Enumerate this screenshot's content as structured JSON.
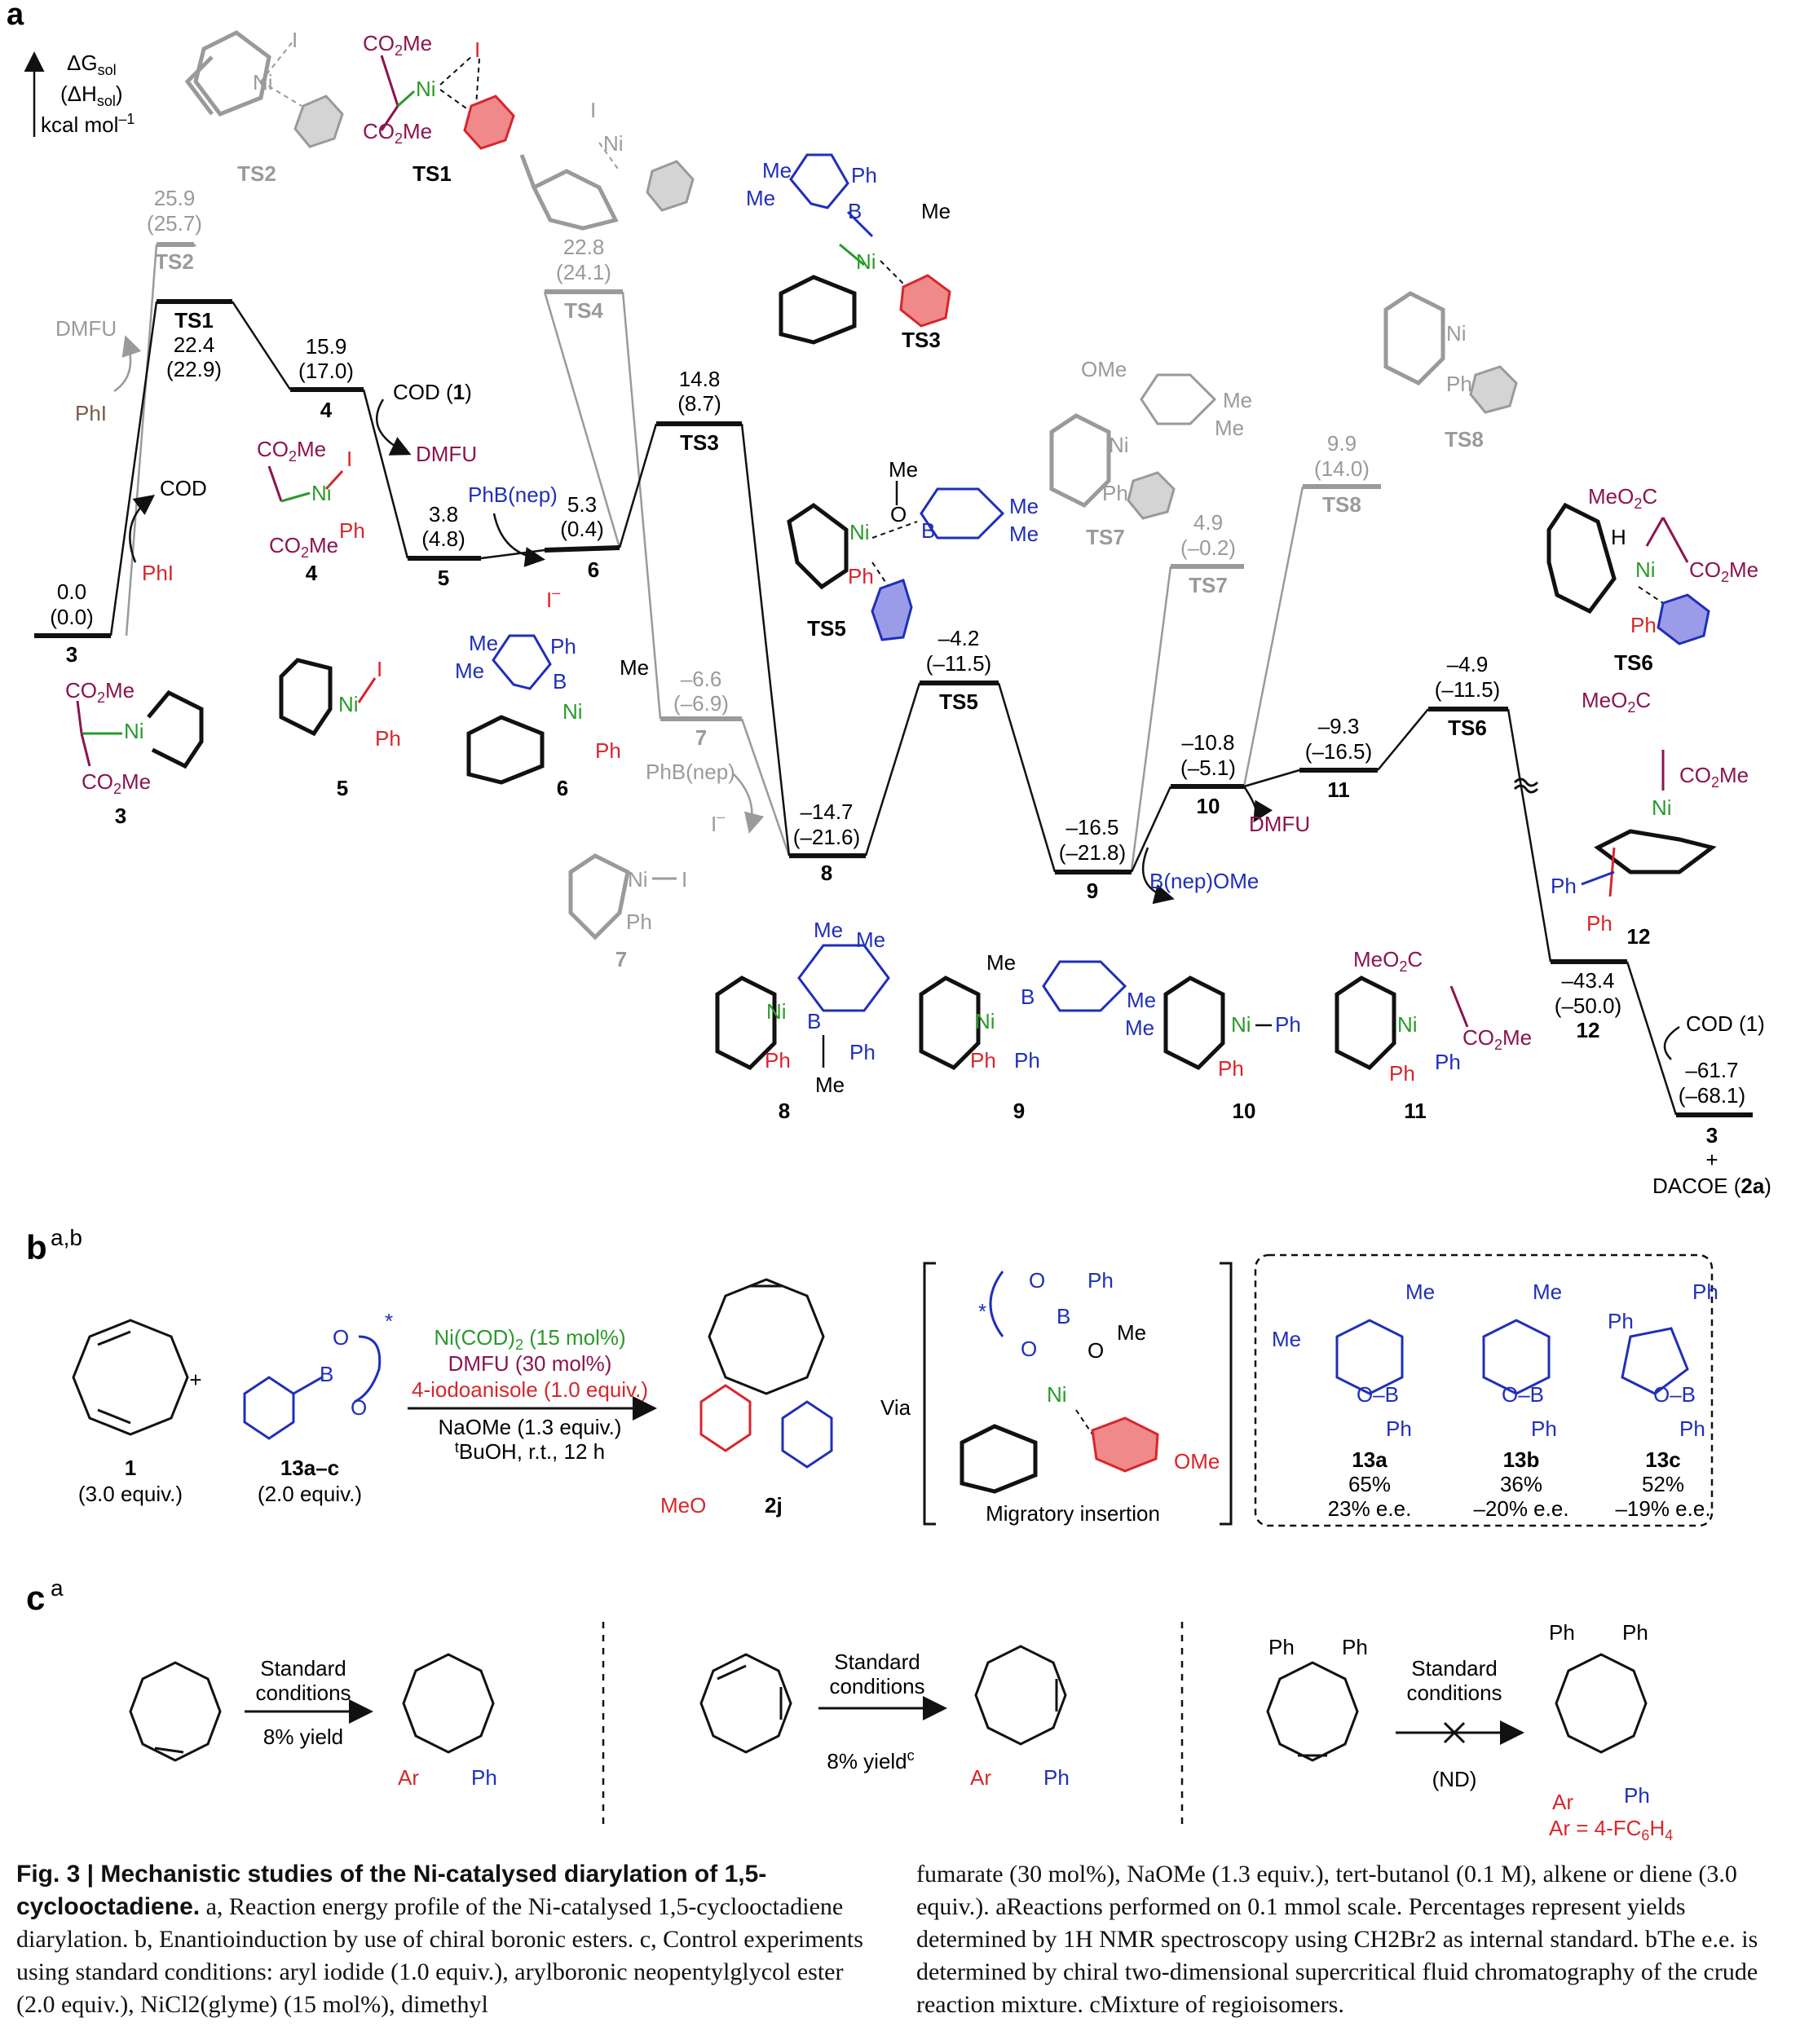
{
  "panels": {
    "a": "a",
    "b": "b",
    "b_sup": "a,b",
    "c": "c",
    "c_sup": "a"
  },
  "axis": {
    "line1": "ΔG",
    "line1_sub": "sol",
    "line2": "(ΔH",
    "line2_sub": "sol",
    "line2_end": ")",
    "line3": "kcal mol",
    "line3_sup": "–1"
  },
  "colors": {
    "black": "#111111",
    "grey": "#9a9a9a",
    "red": "#d7262b",
    "blue": "#1f2fb8",
    "green": "#2a9a2a",
    "maroon": "#8b1450",
    "pink": "#f08a8a",
    "lavender": "#9a9ce8",
    "greyfill": "#d4d4d4"
  },
  "chart_data": {
    "type": "line",
    "ylabel": "ΔG_sol (ΔH_sol) kcal mol–1",
    "main_path": [
      {
        "label": "3",
        "g": "0.0",
        "h": "(0.0)"
      },
      {
        "label": "TS1",
        "g": "22.4",
        "h": "(22.9)"
      },
      {
        "label": "4",
        "g": "15.9",
        "h": "(17.0)"
      },
      {
        "label": "5",
        "g": "3.8",
        "h": "(4.8)"
      },
      {
        "label": "6",
        "g": "5.3",
        "h": "(0.4)"
      },
      {
        "label": "TS3",
        "g": "14.8",
        "h": "(8.7)"
      },
      {
        "label": "8",
        "g": "–14.7",
        "h": "(–21.6)"
      },
      {
        "label": "TS5",
        "g": "–4.2",
        "h": "(–11.5)"
      },
      {
        "label": "9",
        "g": "–16.5",
        "h": "(–21.8)"
      },
      {
        "label": "10",
        "g": "–10.8",
        "h": "(–5.1)"
      },
      {
        "label": "11",
        "g": "–9.3",
        "h": "(–16.5)"
      },
      {
        "label": "TS6",
        "g": "–4.9",
        "h": "(–11.5)"
      },
      {
        "label": "12",
        "g": "–43.4",
        "h": "(–50.0)"
      },
      {
        "label": "3",
        "g": "–61.7",
        "h": "(–68.1)"
      }
    ],
    "grey_path": [
      {
        "label": "TS2",
        "g": "25.9",
        "h": "(25.7)"
      },
      {
        "label": "TS4",
        "g": "22.8",
        "h": "(24.1)"
      },
      {
        "label": "7",
        "g": "–6.6",
        "h": "(–6.9)"
      },
      {
        "label": "TS7",
        "g": "4.9",
        "h": "(–0.2)"
      },
      {
        "label": "TS8",
        "g": "9.9",
        "h": "(14.0)"
      }
    ],
    "annotations": {
      "dmfu": "DMFU",
      "phi": "PhI",
      "cod": "COD",
      "cod1": "COD (",
      "cod1_num": "1",
      "cod1_end": ")",
      "cod_final": "COD (1)",
      "phbnep": "PhB(nep)",
      "iminus": "I",
      "bnepome": "B(nep)OMe",
      "plus": "+",
      "dacoe": "DACOE (",
      "dacoe_num": "2a",
      "dacoe_end": ")"
    }
  },
  "structures": {
    "co2me": "CO",
    "co2me_end": "Me",
    "meo2c": "MeO",
    "meo2c_end": "C",
    "ni": "Ni",
    "i": "I",
    "ph": "Ph",
    "me": "Me",
    "o": "O",
    "b": "B",
    "ome": "OMe",
    "meo": "MeO",
    "h": "H",
    "labels": [
      "TS2",
      "TS1",
      "TS3",
      "TS5",
      "TS7",
      "TS8",
      "TS6",
      "4",
      "5",
      "6",
      "7",
      "3",
      "8",
      "9",
      "10",
      "11",
      "12"
    ]
  },
  "panel_b": {
    "sm1": "1",
    "sm1_equiv": "(3.0 equiv.)",
    "plus": "+",
    "sm2": "13a–c",
    "sm2_equiv": "(2.0 equiv.)",
    "star": "*",
    "cond1": "Ni(COD)",
    "cond1_end": " (15 mol%)",
    "cond2": "DMFU (30 mol%)",
    "cond3": "4-iodoanisole (1.0 equiv.)",
    "cond4": "NaOMe (1.3 equiv.)",
    "cond5_sup": "t",
    "cond5": "BuOH, r.t., 12 h",
    "product": "2j",
    "via": "Via",
    "migratory": "Migratory insertion",
    "ligands": [
      {
        "name": "13a",
        "yield": "65%",
        "ee": "23% e.e."
      },
      {
        "name": "13b",
        "yield": "36%",
        "ee": "–20% e.e."
      },
      {
        "name": "13c",
        "yield": "52%",
        "ee": "–19% e.e."
      }
    ]
  },
  "panel_c": {
    "std1": "Standard",
    "std2": "conditions",
    "y1": "8% yield",
    "y2": "8% yield",
    "y2_sup": "c",
    "nd": "(ND)",
    "ar": "Ar",
    "ph": "Ph",
    "ar_def": "Ar = 4-FC",
    "ar_def_sub1": "6",
    "ar_def_mid": "H",
    "ar_def_sub2": "4"
  },
  "caption": {
    "title": "Fig. 3 | Mechanistic studies of the Ni-catalysed diarylation of 1,5-cyclooctadiene.",
    "left_body": "a, Reaction energy profile of the Ni-catalysed 1,5-cyclooctadiene diarylation. b, Enantioinduction by use of chiral boronic esters. c, Control experiments using standard conditions: aryl iodide (1.0 equiv.), arylboronic neopentylglycol ester (2.0 equiv.), NiCl2(glyme) (15 mol%), dimethyl",
    "right_body": "fumarate (30 mol%), NaOMe (1.3 equiv.), tert-butanol (0.1 M), alkene or diene (3.0 equiv.). aReactions performed on 0.1 mmol scale. Percentages represent yields determined by 1H NMR spectroscopy using CH2Br2 as internal standard. bThe e.e. is determined by chiral two-dimensional supercritical fluid chromatography of the crude reaction mixture. cMixture of regioisomers."
  }
}
